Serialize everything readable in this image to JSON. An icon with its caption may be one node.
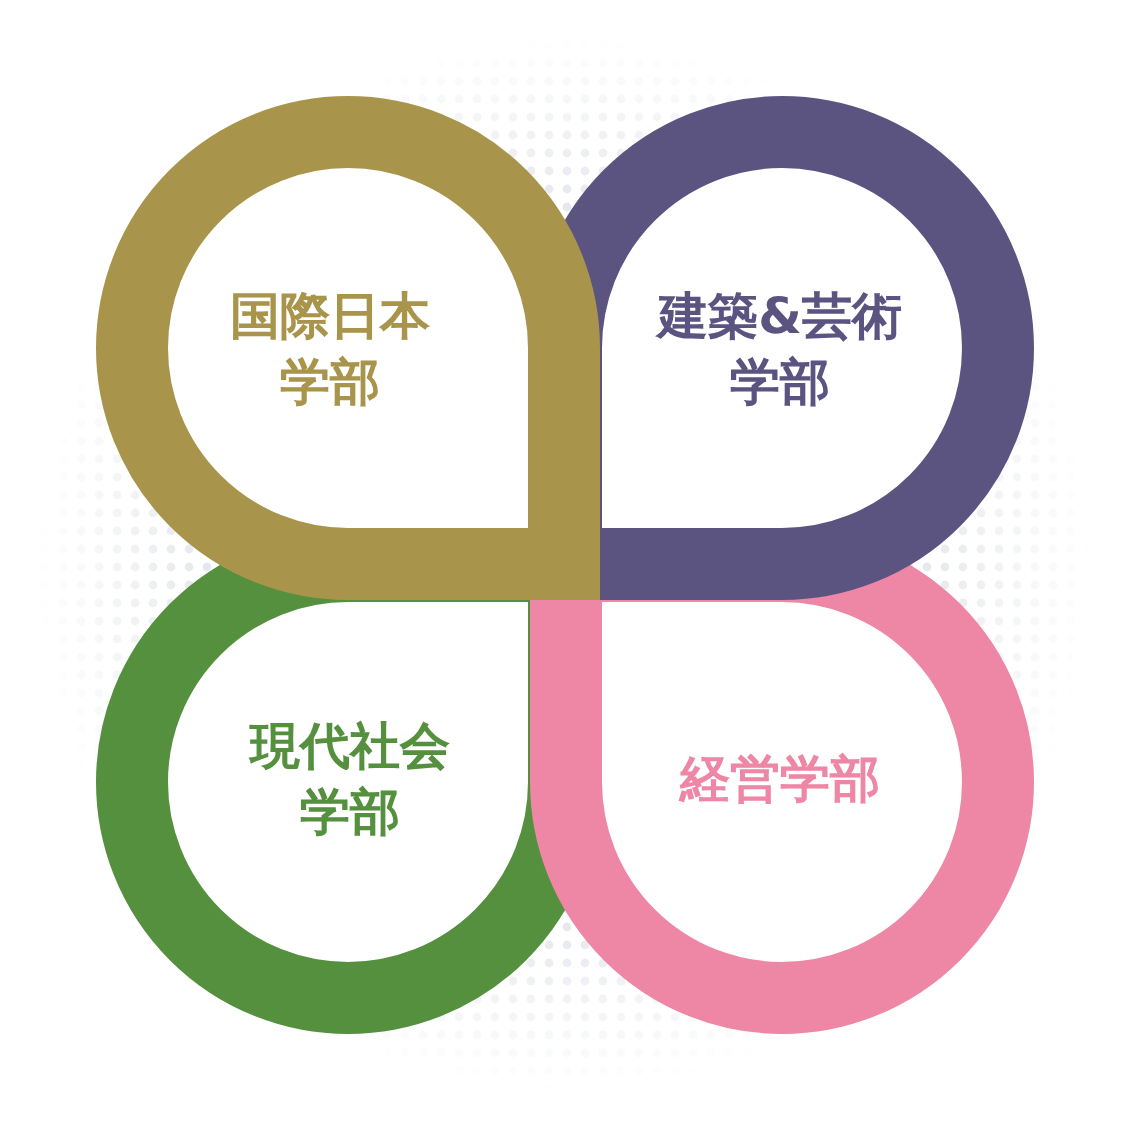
{
  "diagram": {
    "nodes": [
      {
        "text": [
          "国際日本学部"
        ]
      },
      {
        "text": [
          "建築&芸術学部"
        ]
      },
      {
        "text": [
          "現代社会学部"
        ]
      },
      {
        "text": [
          "経営学部"
        ]
      }
    ],
    "edges": []
  }
}
